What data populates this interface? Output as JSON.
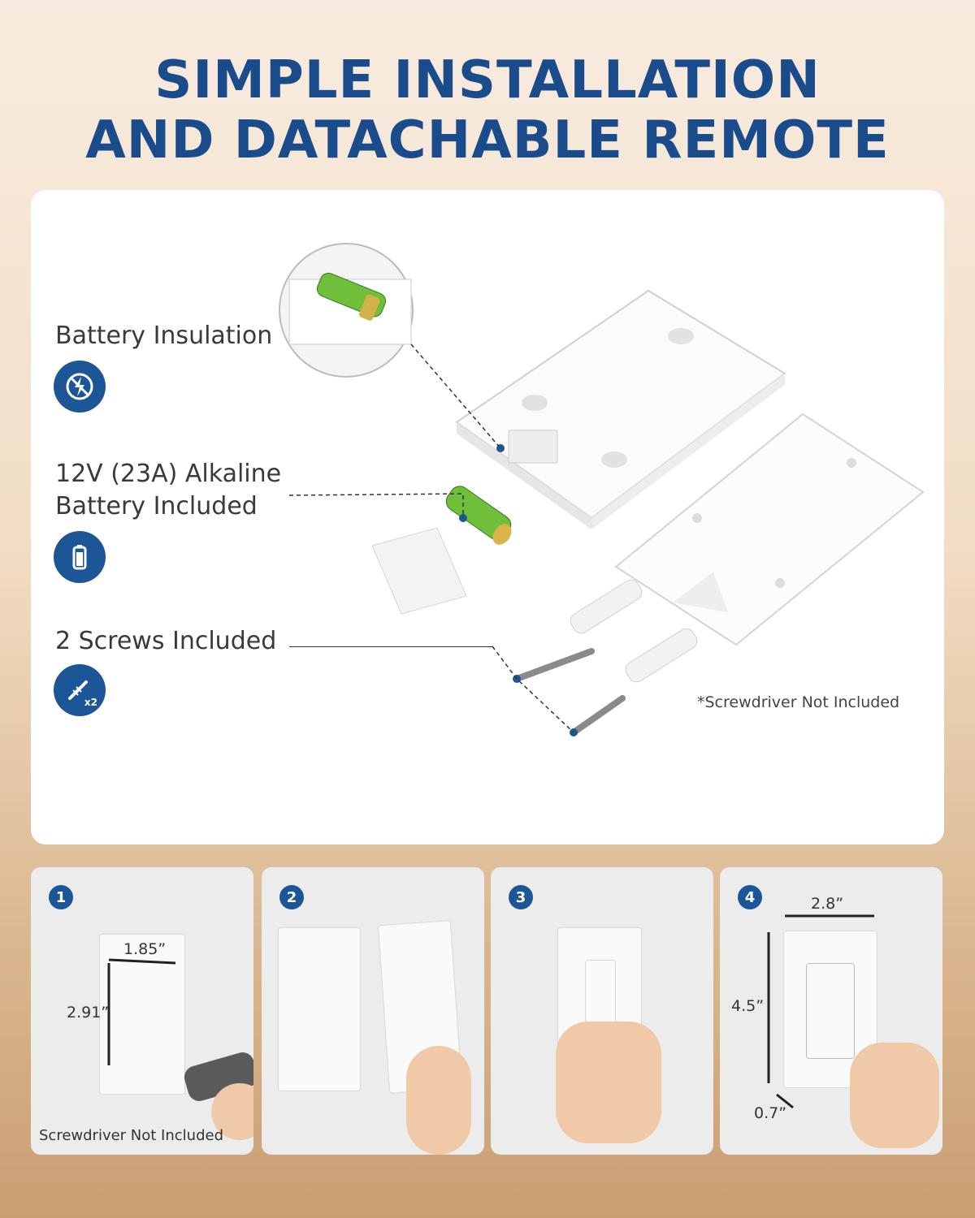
{
  "headline": {
    "line1": "SIMPLE INSTALLATION",
    "line2": "AND DATACHABLE REMOTE"
  },
  "features": [
    {
      "label": "Battery Insulation",
      "icon": "battery-insulation-icon"
    },
    {
      "label_line1": "12V (23A) Alkaline",
      "label_line2": "Battery Included",
      "icon": "battery-icon"
    },
    {
      "label": "2 Screws Included",
      "icon": "screws-icon",
      "icon_badge": "x2"
    }
  ],
  "panel_note": "*Screwdriver Not Included",
  "steps": [
    {
      "number": "1",
      "width_dim": "1.85”",
      "height_dim": "2.91”",
      "caption": "Screwdriver Not Included"
    },
    {
      "number": "2"
    },
    {
      "number": "3"
    },
    {
      "number": "4",
      "width_dim": "2.8”",
      "height_dim": "4.5”",
      "depth_dim": "0.7”"
    }
  ],
  "colors": {
    "accent": "#1d5696",
    "headline": "#1a4b8a"
  }
}
